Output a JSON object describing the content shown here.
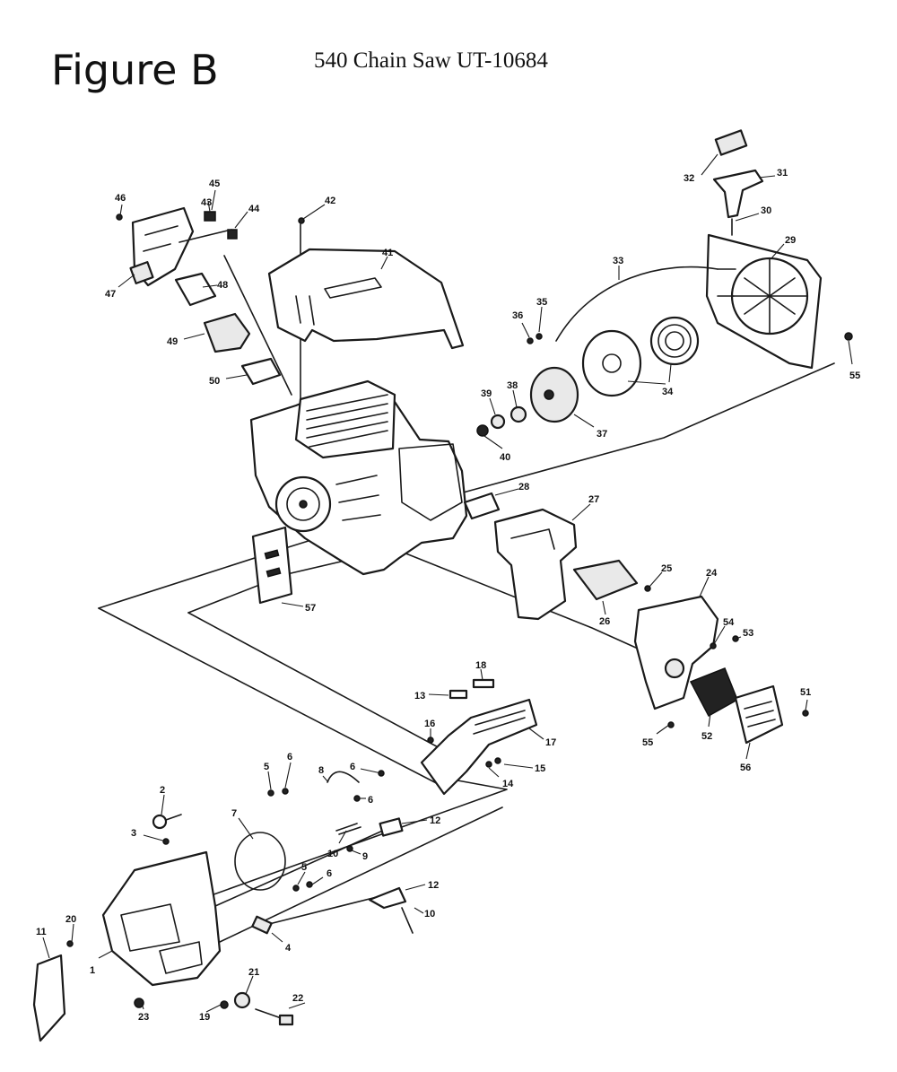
{
  "figure_label": "Figure B",
  "title": "540 Chain Saw UT-10684",
  "callouts": [
    "1",
    "2",
    "3",
    "4",
    "5",
    "5",
    "6",
    "6",
    "6",
    "6",
    "7",
    "8",
    "9",
    "10",
    "10",
    "11",
    "12",
    "12",
    "13",
    "14",
    "15",
    "16",
    "17",
    "18",
    "19",
    "20",
    "21",
    "22",
    "23",
    "24",
    "25",
    "26",
    "27",
    "28",
    "29",
    "30",
    "31",
    "32",
    "33",
    "34",
    "35",
    "36",
    "37",
    "38",
    "39",
    "40",
    "41",
    "42",
    "43",
    "44",
    "45",
    "46",
    "47",
    "48",
    "49",
    "50",
    "51",
    "52",
    "53",
    "54",
    "55",
    "55",
    "56",
    "57"
  ]
}
